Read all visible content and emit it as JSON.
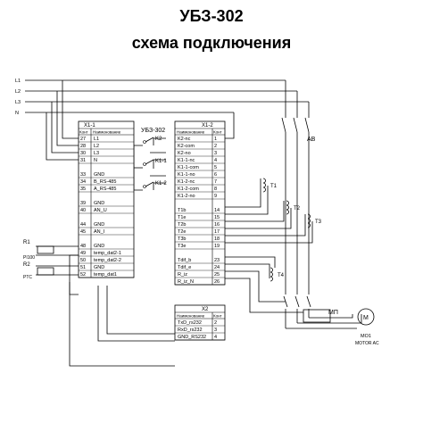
{
  "title": "УБЗ-302",
  "subtitle": "схема подключения",
  "lines": [
    "L1",
    "L2",
    "L3",
    "N"
  ],
  "x11": {
    "title": "X1-1",
    "col_kont": "Конт",
    "col_name": "Наименование",
    "rows": [
      {
        "n": "27",
        "l": "L1"
      },
      {
        "n": "28",
        "l": "L2"
      },
      {
        "n": "30",
        "l": "L3"
      },
      {
        "n": "31",
        "l": "N"
      },
      {
        "n": "33",
        "l": "GND"
      },
      {
        "n": "34",
        "l": "B_RS-485"
      },
      {
        "n": "35",
        "l": "A_RS-485"
      },
      {
        "n": "39",
        "l": "GND"
      },
      {
        "n": "40",
        "l": "AN_U"
      },
      {
        "n": "44",
        "l": "GND"
      },
      {
        "n": "45",
        "l": "AN_I"
      },
      {
        "n": "48",
        "l": "GND"
      },
      {
        "n": "49",
        "l": "temp_dat2-1"
      },
      {
        "n": "50",
        "l": "temp_dat2-2"
      },
      {
        "n": "51",
        "l": "GND"
      },
      {
        "n": "52",
        "l": "temp_dat1"
      }
    ]
  },
  "device_label": "УБЗ-302",
  "x12": {
    "title": "X1-2",
    "col_name": "Наименование",
    "col_kont": "Конт",
    "rows": [
      {
        "n": "1",
        "l": "K2-nc"
      },
      {
        "n": "2",
        "l": "K2-com"
      },
      {
        "n": "3",
        "l": "K2-no"
      },
      {
        "n": "4",
        "l": "K1-1-nc"
      },
      {
        "n": "5",
        "l": "K1-1-com"
      },
      {
        "n": "6",
        "l": "K1-1-no"
      },
      {
        "n": "7",
        "l": "K1-2-nc"
      },
      {
        "n": "8",
        "l": "K1-2-com"
      },
      {
        "n": "9",
        "l": "K1-2-no"
      },
      {
        "n": "14",
        "l": "T1b"
      },
      {
        "n": "15",
        "l": "T1e"
      },
      {
        "n": "16",
        "l": "T2b"
      },
      {
        "n": "17",
        "l": "T2e"
      },
      {
        "n": "18",
        "l": "T3b"
      },
      {
        "n": "19",
        "l": "T3e"
      },
      {
        "n": "23",
        "l": "Tdif_b"
      },
      {
        "n": "24",
        "l": "Tdif_e"
      },
      {
        "n": "25",
        "l": "R_iz"
      },
      {
        "n": "26",
        "l": "R_iz_N"
      }
    ]
  },
  "relays": [
    "K2",
    "K1-1",
    "K1-2"
  ],
  "x2": {
    "title": "X2",
    "col_name": "Наименование",
    "col_kont": "Конт",
    "rows": [
      {
        "n": "2",
        "l": "TxD_rs232"
      },
      {
        "n": "3",
        "l": "RxD_rs232"
      },
      {
        "n": "4",
        "l": "GND_RS232"
      }
    ]
  },
  "sensors": {
    "r1": "R1",
    "r1_type": "PI100",
    "r2": "R2",
    "r2_type": "PTC"
  },
  "transformers": [
    "T1",
    "T2",
    "T3",
    "T4"
  ],
  "breaker": "AB",
  "contactor": "МП",
  "motor_symbol": "M",
  "motor_label": "MO1",
  "motor_type": "MOTOR AC",
  "colors": {
    "line": "#000000",
    "background": "#ffffff"
  }
}
